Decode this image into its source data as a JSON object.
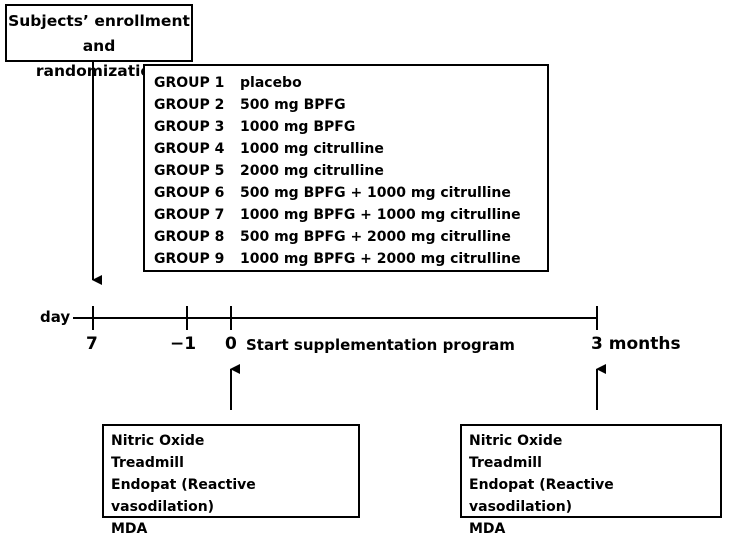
{
  "enrollment": {
    "line1": "Subjects’ enrollment and",
    "line2": "randomization"
  },
  "groups": [
    {
      "name": "GROUP 1",
      "treatment": "placebo"
    },
    {
      "name": "GROUP 2",
      "treatment": "500 mg BPFG"
    },
    {
      "name": "GROUP 3",
      "treatment": "1000 mg BPFG"
    },
    {
      "name": "GROUP 4",
      "treatment": "1000 mg citrulline"
    },
    {
      "name": "GROUP 5",
      "treatment": "2000 mg citrulline"
    },
    {
      "name": "GROUP 6",
      "treatment": "500 mg BPFG + 1000 mg citrulline"
    },
    {
      "name": "GROUP 7",
      "treatment": "1000 mg BPFG + 1000 mg citrulline"
    },
    {
      "name": "GROUP 8",
      "treatment": "500 mg BPFG + 2000 mg citrulline"
    },
    {
      "name": "GROUP 9",
      "treatment": "1000 mg BPFG + 2000 mg citrulline"
    }
  ],
  "timeline": {
    "axis_label": "day",
    "ticks": [
      {
        "label": "7"
      },
      {
        "label": "−1"
      },
      {
        "label": "0"
      },
      {
        "label": "3 months"
      }
    ],
    "start_label": "Start supplementation program"
  },
  "measurements_baseline": [
    "Nitric Oxide",
    "Treadmill",
    "Endopat (Reactive vasodilation)",
    "MDA"
  ],
  "measurements_end": [
    "Nitric Oxide",
    "Treadmill",
    "Endopat (Reactive vasodilation)",
    "MDA"
  ]
}
